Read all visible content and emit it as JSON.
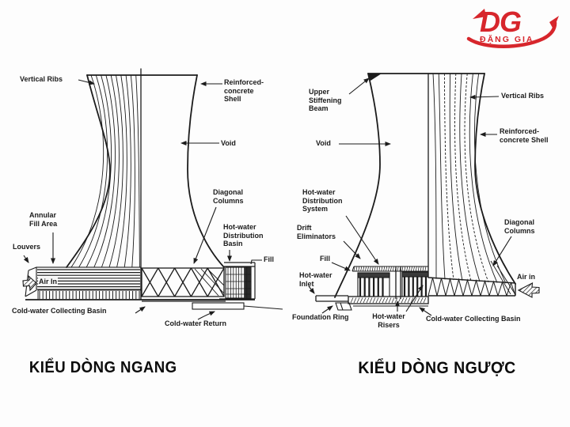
{
  "logo": {
    "monogram": "DG",
    "name": "ĐẶNG GIA",
    "color": "#d7262c"
  },
  "captions": {
    "left": "KIỂU DÒNG NGANG",
    "right": "KIỂU DÒNG NGƯỢC"
  },
  "left_diagram": {
    "labels": {
      "vertical_ribs": "Vertical Ribs",
      "reinforced_concrete_shell": "Reinforced-\nconcrete\nShell",
      "void": "Void",
      "diagonal_columns": "Diagonal\nColumns",
      "annular_fill_area": "Annular\nFill Area",
      "louvers": "Louvers",
      "air_in": "Air In",
      "cold_water_collecting_basin": "Cold-water Collecting Basin",
      "cold_water_return": "Cold-water Return",
      "hot_water_distribution_basin": "Hot-water\nDistribution\nBasin",
      "fill": "Fill"
    }
  },
  "right_diagram": {
    "labels": {
      "upper_stiffening_beam": "Upper\nStiffening\nBeam",
      "void": "Void",
      "vertical_ribs": "Vertical Ribs",
      "reinforced_concrete_shell": "Reinforced-\nconcrete Shell",
      "hot_water_distribution_system": "Hot-water\nDistribution\nSystem",
      "drift_eliminators": "Drift\nEliminators",
      "fill": "Fill",
      "hot_water_inlet": "Hot-water\nInlet",
      "foundation_ring": "Foundation Ring",
      "hot_water_risers": "Hot-water\nRisers",
      "cold_water_collecting_basin": "Cold-water Collecting Basin",
      "diagonal_columns": "Diagonal\nColumns",
      "air_in": "Air in"
    }
  },
  "colors": {
    "ink": "#1c1c1c",
    "background": "#fdfdfd",
    "logo_red": "#d7262c"
  }
}
